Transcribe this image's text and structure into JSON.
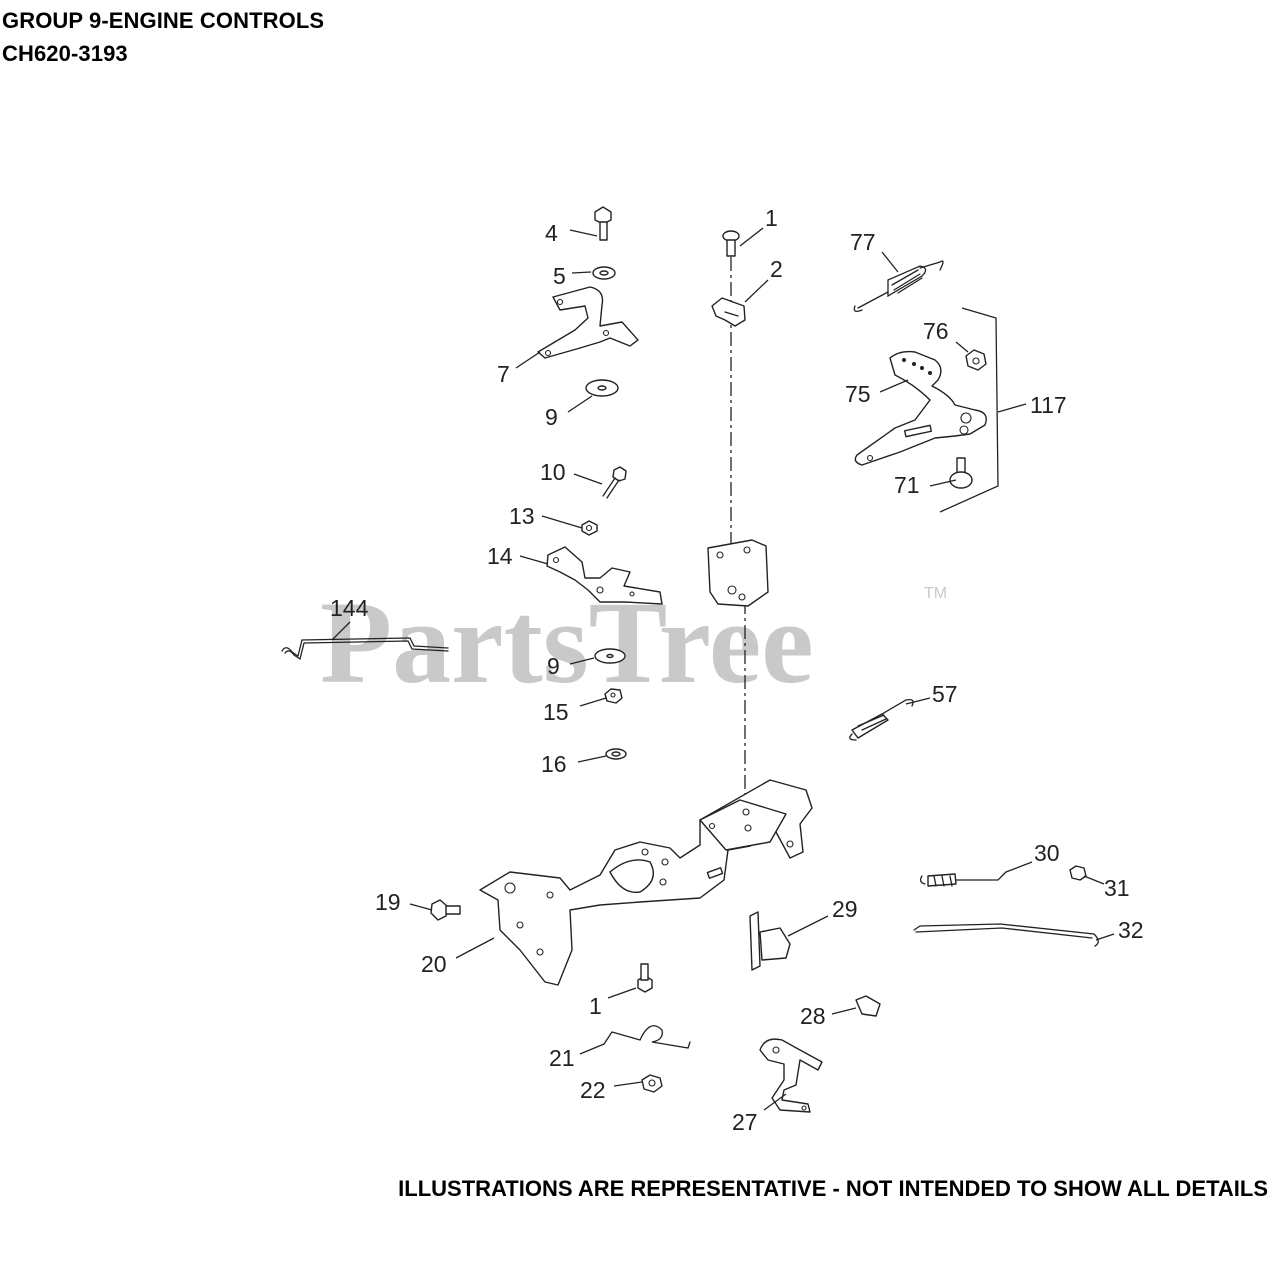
{
  "header": {
    "title": "GROUP 9-ENGINE CONTROLS",
    "model": "CH620-3193"
  },
  "footer": {
    "disclaimer": "ILLUSTRATIONS ARE REPRESENTATIVE - NOT INTENDED TO SHOW ALL DETAILS"
  },
  "watermark": {
    "text": "PartsTree",
    "trademark": "TM"
  },
  "callouts": {
    "c1_top": "1",
    "c2": "2",
    "c4": "4",
    "c5": "5",
    "c7": "7",
    "c9_top": "9",
    "c10": "10",
    "c13": "13",
    "c14": "14",
    "c144": "144",
    "c9_mid": "9",
    "c15": "15",
    "c16": "16",
    "c77": "77",
    "c76": "76",
    "c75": "75",
    "c117": "117",
    "c71": "71",
    "c57": "57",
    "c30": "30",
    "c31": "31",
    "c29": "29",
    "c32": "32",
    "c19": "19",
    "c20": "20",
    "c1_bottom": "1",
    "c28": "28",
    "c21": "21",
    "c22": "22",
    "c27": "27"
  }
}
